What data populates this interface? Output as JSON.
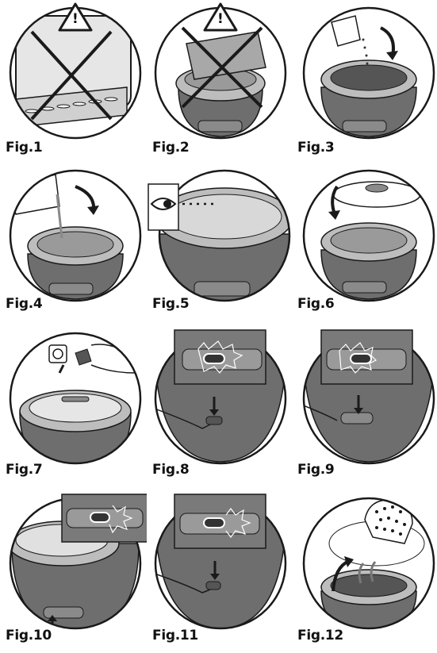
{
  "figures": [
    {
      "label": "Fig.1"
    },
    {
      "label": "Fig.2"
    },
    {
      "label": "Fig.3"
    },
    {
      "label": "Fig.4"
    },
    {
      "label": "Fig.5"
    },
    {
      "label": "Fig.6"
    },
    {
      "label": "Fig.7"
    },
    {
      "label": "Fig.8"
    },
    {
      "label": "Fig.9"
    },
    {
      "label": "Fig.10"
    },
    {
      "label": "Fig.11"
    },
    {
      "label": "Fig.12"
    }
  ],
  "symbols": {
    "warning": "!"
  },
  "colors": {
    "body": "#6e6e6e",
    "ring": "#bdbdbd",
    "panel": "#8a8a8a",
    "line": "#1a1a1a"
  }
}
